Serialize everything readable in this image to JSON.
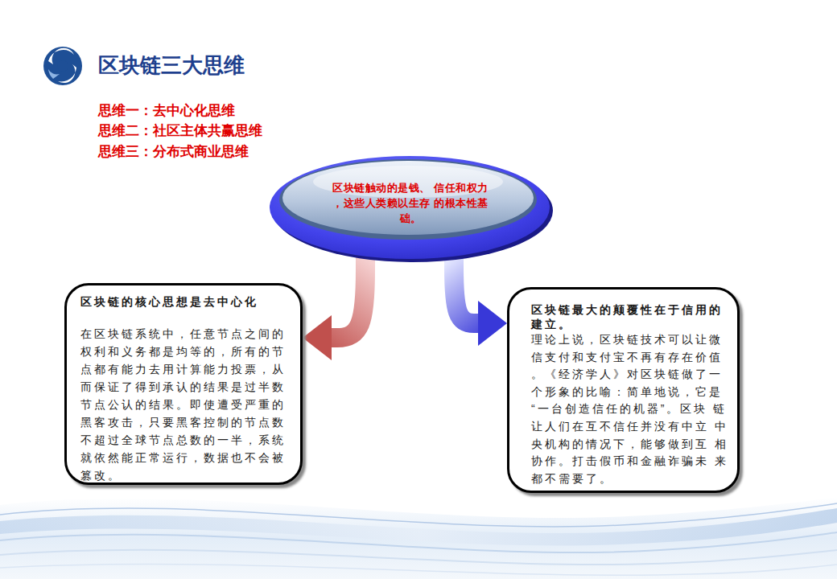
{
  "diagram": {
    "title": "区块链三大思维",
    "nodes": [
      {
        "text": [
          "区块链触动的是钱、 信任和权力，这些人类赖以生存 的根本性基础。"
        ]
      },
      {
        "text": [
          "区块链的核心思想是去中心化",
          "在区块链系统中，任意节点之间的 权利和义务都是均等的，所有的节 点都有能力去用计算能力投票，从 而保证了得到承认的结果是过半数 节点公认的结果。即使遭受严重的 黑客攻击，只要黑客控制的节点数 不超过全球节点总数的一半，系统 就依然能正常运行，数据也不会被 篡改。"
        ]
      },
      {
        "text": [
          "区块链最大的颠覆性在于信用的 建立。",
          "理论上说，区块链技术可以让微 信支付和支付宝不再有存在价值 。《经济学人》对区块链做了一 个形象的比喻：简单地说，它是 “一台创造信任的机器”。区块 链让人们在互不信任并没有中立 中央机构的情况下，能够做到互 相协作。打击假币和金融诈骗未 来都不需要了。"
        ]
      }
    ],
    "edges": [
      {
        "from": 0,
        "to": 1,
        "arrow": "to"
      },
      {
        "from": 0,
        "to": 2,
        "arrow": "to"
      }
    ],
    "labels": [
      "思维一：去中心化思维",
      "思维二：社区主体共赢思维",
      "思维三：分布式商业思维"
    ]
  }
}
